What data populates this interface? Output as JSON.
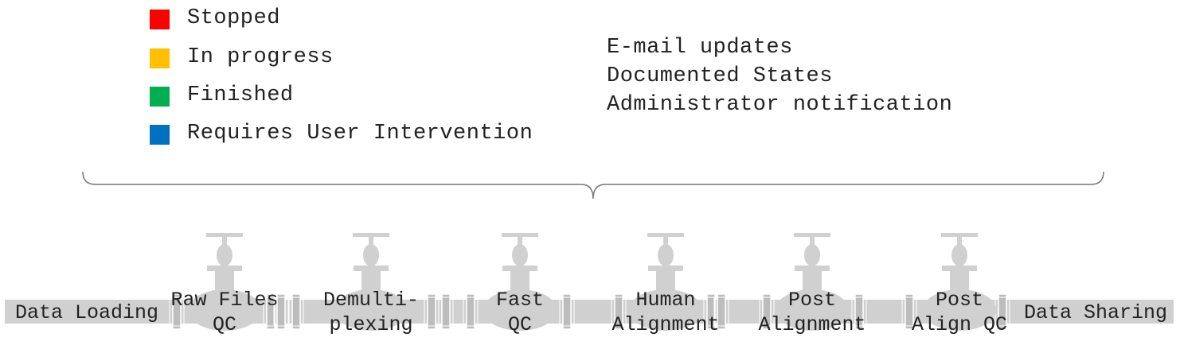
{
  "legend": {
    "items": [
      {
        "label": "Stopped",
        "color": "#ff0000"
      },
      {
        "label": "In progress",
        "color": "#ffc000"
      },
      {
        "label": "Finished",
        "color": "#00b050"
      },
      {
        "label": "Requires User Intervention",
        "color": "#0070c0"
      }
    ]
  },
  "features": {
    "lines": [
      "E-mail updates",
      "Documented States",
      "Administrator notification"
    ]
  },
  "pipeline": {
    "start_label": "Data Loading",
    "end_label": "Data Sharing",
    "pipe_color": "#d0d0d0",
    "stages": [
      {
        "line1": "Raw Files",
        "line2": "QC"
      },
      {
        "line1": "Demulti-",
        "line2": "plexing"
      },
      {
        "line1": "Fast",
        "line2": "QC"
      },
      {
        "line1": "Human",
        "line2": "Alignment"
      },
      {
        "line1": "Post",
        "line2": "Alignment"
      },
      {
        "line1": "Post",
        "line2": "Align QC"
      }
    ]
  }
}
